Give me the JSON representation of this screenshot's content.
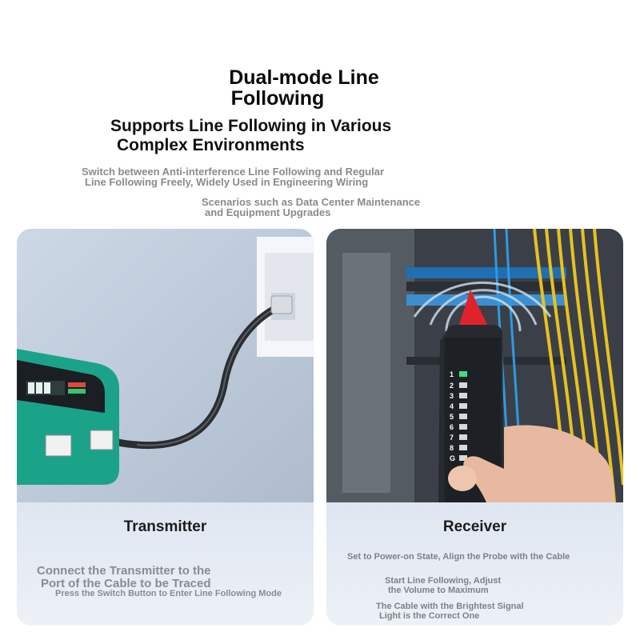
{
  "header": {
    "title_line1": "Dual-mode Line",
    "title_line2": "Following",
    "subtitle_line1": "Supports Line Following in Various",
    "subtitle_line2": "Complex Environments",
    "desc1_line1": "Switch between Anti-interference Line Following and Regular",
    "desc1_line2": "Line Following Freely, Widely Used in Engineering Wiring",
    "desc2_line1": "Scenarios such as Data Center Maintenance",
    "desc2_line2": "and Equipment Upgrades"
  },
  "transmitter": {
    "title": "Transmitter",
    "step1_line1": "Connect the Transmitter to the",
    "step1_line2": "Port of the Cable to be Traced",
    "step2": "Press the Switch Button to Enter Line Following Mode"
  },
  "receiver": {
    "title": "Receiver",
    "step1": "Set to Power-on State, Align the Probe with the Cable",
    "step2_line1": "Start Line Following, Adjust",
    "step2_line2": "the Volume to Maximum",
    "step3_line1": "The Cable with the Brightest Signal",
    "step3_line2": "Light is the Correct One",
    "led_labels": [
      "1",
      "2",
      "3",
      "4",
      "5",
      "6",
      "7",
      "8",
      "G"
    ]
  },
  "colors": {
    "device_green": "#1aa389",
    "probe_red": "#e0232a",
    "led_on": "#3ddc84",
    "led_off": "#d8d8d8",
    "cable_yellow": "#e8c21c",
    "cable_blue": "#2f9ae0"
  }
}
